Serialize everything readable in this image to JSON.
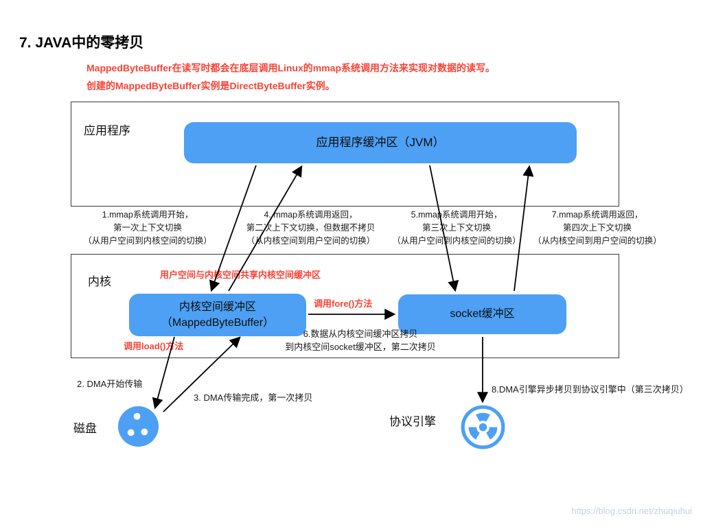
{
  "page": {
    "title": "7. JAVA中的零拷贝",
    "note": "MappedByteBuffer在读写时都会在底层调用Linux的mmap系统调用方法来实现对数据的读写。\n创建的MappedByteBuffer实例是DirectByteBuffer实例。",
    "watermark": "https://blog.csdn.net/zhuqiuhui"
  },
  "colors": {
    "accent_blue": "#4DA0F4",
    "note_red": "#FA4336",
    "frame_border": "#3A3A3A",
    "arrow_black": "#000000",
    "watermark_gray": "#C5D0DC"
  },
  "user_space": {
    "label": "应用程序",
    "buffer_label": "应用程序缓冲区（JVM）"
  },
  "context_notes": [
    "1.mmap系统调用开始，\n第一次上下文切换\n（从用户空间到内核空间的切换）",
    "4. mmap系统调用返回，\n第二次上下文切换，但数据不拷贝\n（从内核空间到用户空间的切换）",
    "5.mmap系统调用开始，\n第三次上下文切换\n（从用户空间到内核空间的切换）",
    "7.mmap系统调用返回，\n第四次上下文切换\n（从内核空间到用户空间的切换）"
  ],
  "kernel": {
    "label": "内核",
    "share_note": "用户空间与内核空间共享内核空间缓冲区",
    "mapped_buffer_label": "内核空间缓冲区\n（MappedByteBuffer）",
    "fore_label": "调用fore()方法",
    "load_label": "调用load()方法",
    "socket_buffer_label": "socket缓冲区",
    "copy_note": "6.数据从内核空间缓冲区拷贝\n到内核空间socket缓冲区，第二次拷贝"
  },
  "bottom": {
    "dma_start_note": "2. DMA开始传输",
    "dma_done_note": "3. DMA传输完成，第一次拷贝",
    "disk_label": "磁盘",
    "engine_label": "协议引擎",
    "engine_note": "8.DMA引擎异步拷贝到协议引擎中（第三次拷贝）"
  },
  "icons": {
    "disk": "disk-icon",
    "protocol_engine": "radiation-icon"
  }
}
